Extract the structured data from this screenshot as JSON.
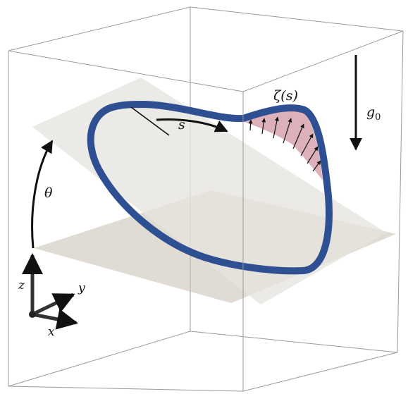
{
  "labels": {
    "arc_length": "s",
    "displacement": "ζ(s)",
    "gravity": "g",
    "gravity_subscript": "0",
    "tilt_angle": "θ",
    "axis_x": "x",
    "axis_y": "y",
    "axis_z": "z"
  },
  "colors": {
    "ring": "#2f4f93",
    "ring_edge": "#1f3a78",
    "displacement_fill": "#d8a9b3",
    "tilted_plane": "#e6e3dd",
    "base_plane": "#c9bfae",
    "box_edge": "#8a8a8a",
    "arrow": "#111111"
  }
}
